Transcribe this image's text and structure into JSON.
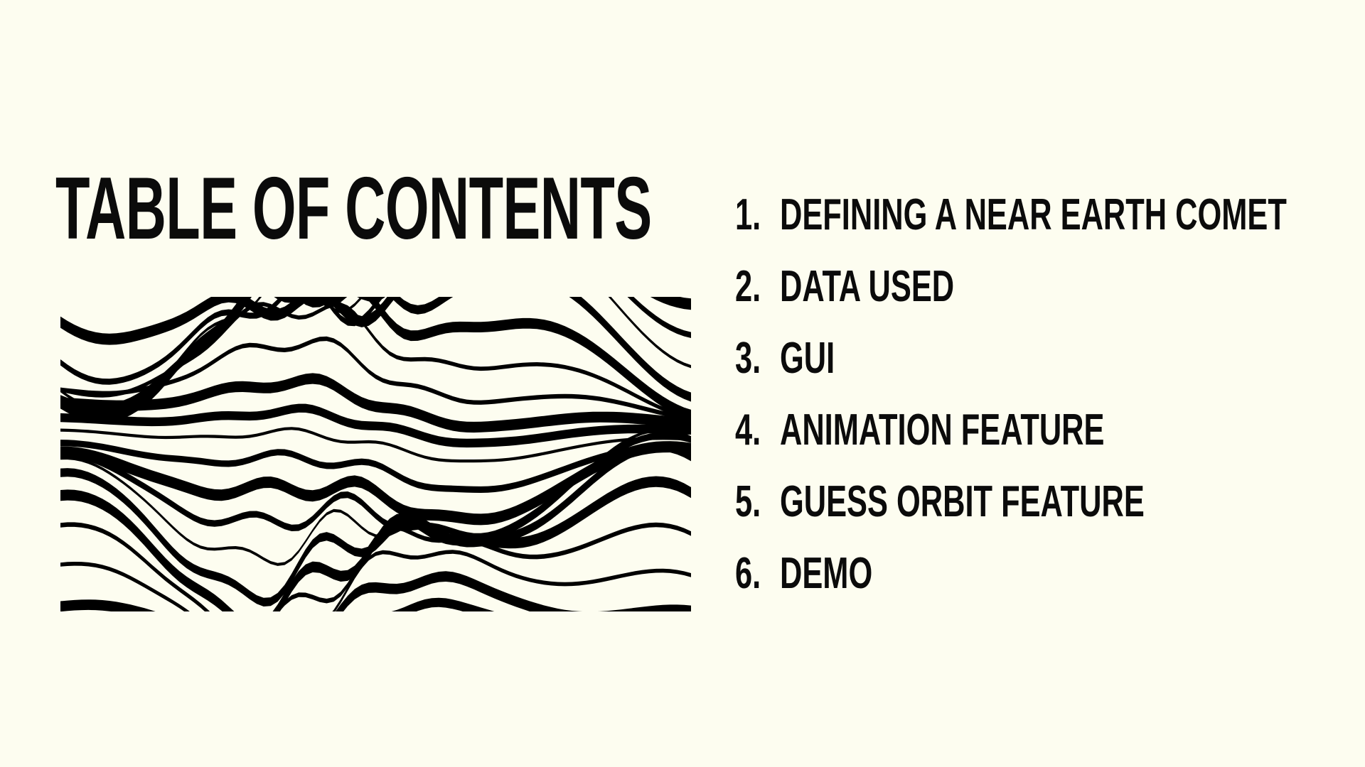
{
  "slide": {
    "title": "TABLE OF CONTENTS",
    "items": [
      {
        "number": "1.",
        "label": "DEFINING A NEAR EARTH COMET"
      },
      {
        "number": "2.",
        "label": "DATA USED"
      },
      {
        "number": "3.",
        "label": "GUI"
      },
      {
        "number": "4.",
        "label": "ANIMATION FEATURE"
      },
      {
        "number": "5.",
        "label": "GUESS ORBIT FEATURE"
      },
      {
        "number": "6.",
        "label": "DEMO"
      }
    ],
    "image": {
      "description_icon": "abstract-wavy-stripes-image",
      "colors": {
        "stripe": "#000000",
        "background": "#fdfdf0"
      }
    }
  }
}
